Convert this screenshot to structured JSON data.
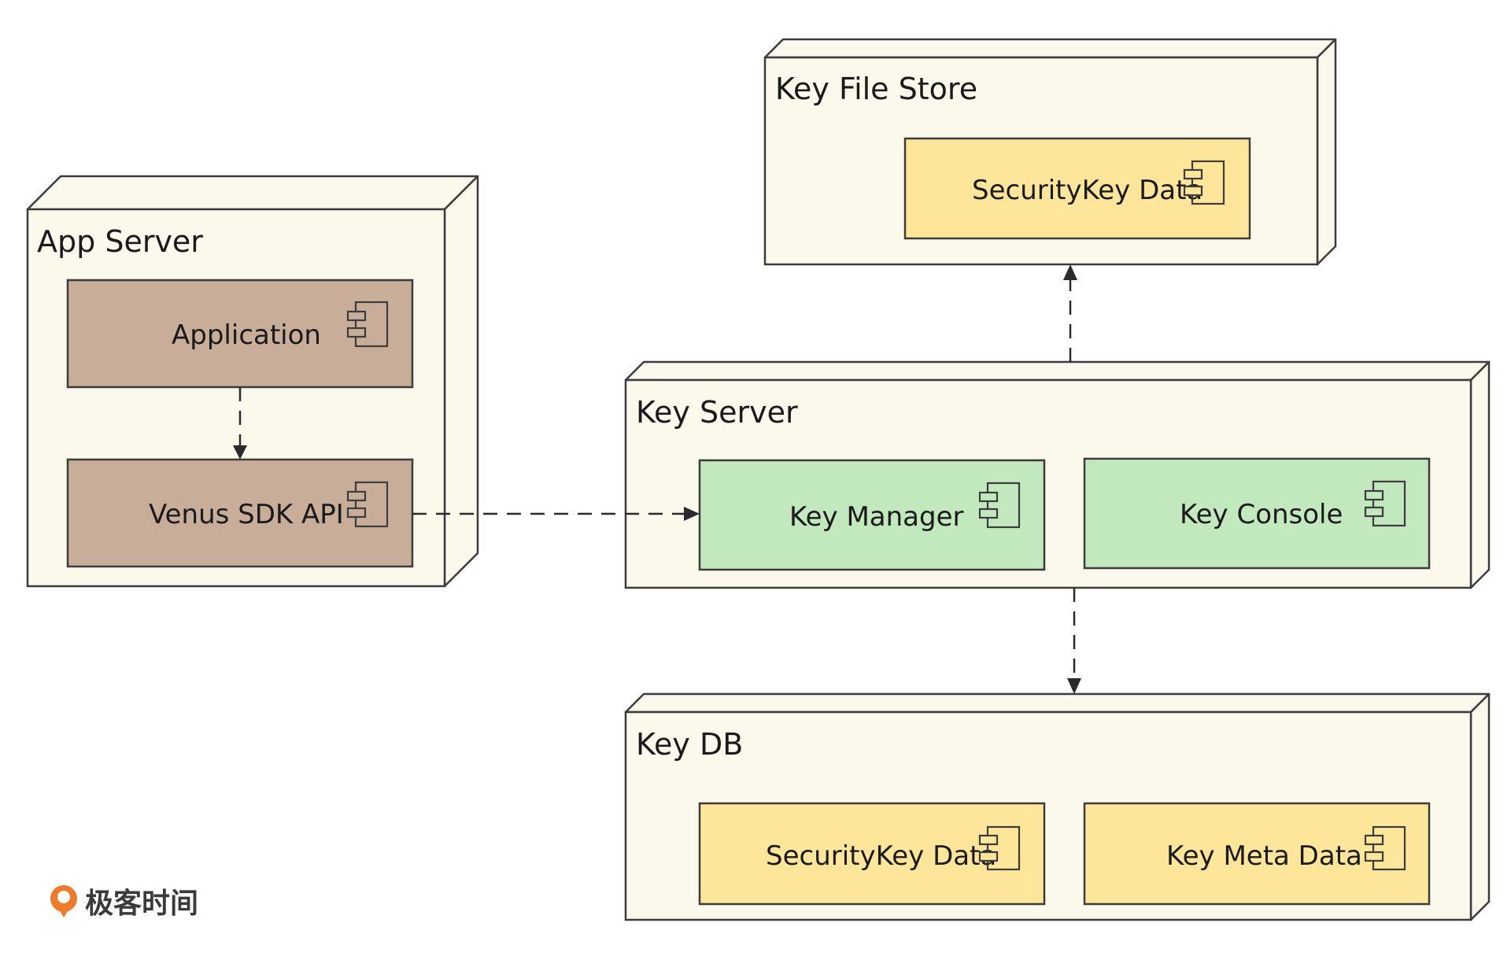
{
  "colors": {
    "node_fill": "#fbf8ec",
    "stroke": "#3c3c3c",
    "app_component_fill": "#c8ad99",
    "key_server_component_fill": "#c2e8bd",
    "data_component_fill": "#fde69a",
    "logo_orange": "#ef7a2a"
  },
  "nodes": {
    "key_file_store": {
      "title": "Key File Store",
      "components": [
        {
          "label": "SecurityKey Data",
          "icon": "uml-component-icon",
          "fill": "data"
        }
      ]
    },
    "app_server": {
      "title": "App Server",
      "components": [
        {
          "label": "Application",
          "icon": "uml-component-icon",
          "fill": "app"
        },
        {
          "label": "Venus SDK API",
          "icon": "uml-component-icon",
          "fill": "app"
        }
      ]
    },
    "key_server": {
      "title": "Key Server",
      "components": [
        {
          "label": "Key Manager",
          "icon": "uml-component-icon",
          "fill": "server"
        },
        {
          "label": "Key Console",
          "icon": "uml-component-icon",
          "fill": "server"
        }
      ]
    },
    "key_db": {
      "title": "Key DB",
      "components": [
        {
          "label": "SecurityKey Data",
          "icon": "uml-component-icon",
          "fill": "data"
        },
        {
          "label": "Key Meta Data",
          "icon": "uml-component-icon",
          "fill": "data"
        }
      ]
    }
  },
  "edges": [
    {
      "from": "Application",
      "to": "Venus SDK API",
      "style": "dashed",
      "arrow": "end"
    },
    {
      "from": "Venus SDK API",
      "to": "Key Manager",
      "style": "dashed",
      "arrow": "end"
    },
    {
      "from": "Key Server",
      "to": "Key File Store",
      "style": "dashed",
      "arrow": "end"
    },
    {
      "from": "Key Server",
      "to": "Key DB",
      "style": "dashed",
      "arrow": "end"
    }
  ],
  "logo": {
    "text": "极客时间",
    "icon": "geektime-logo-icon"
  }
}
